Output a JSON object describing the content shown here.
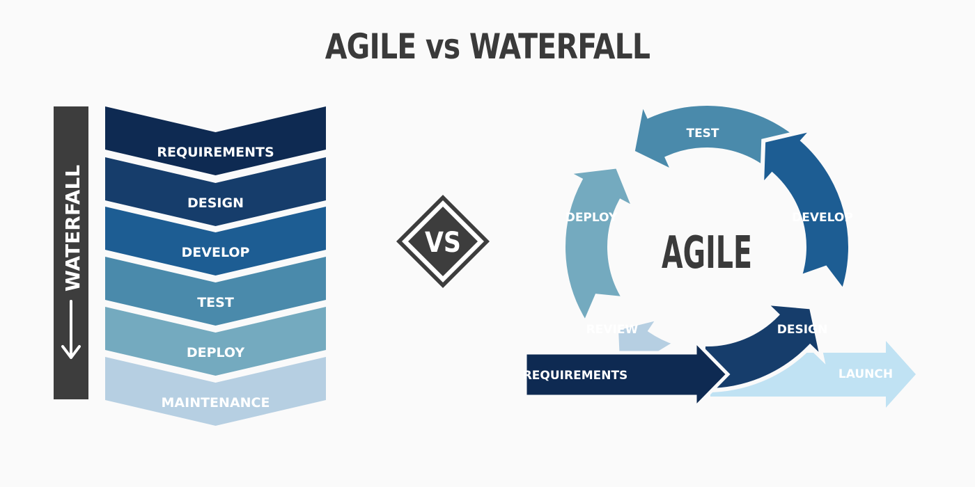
{
  "title": "AGILE vs WATERFALL",
  "waterfall": {
    "bar_label": "WATERFALL",
    "steps": [
      "REQUIREMENTS",
      "DESIGN",
      "DEVELOP",
      "TEST",
      "DEPLOY",
      "MAINTENANCE"
    ]
  },
  "vs_label": "VS",
  "agile": {
    "center_label": "AGILE",
    "cycle": [
      "TEST",
      "DEVELOP",
      "DESIGN",
      "REVIEW",
      "DEPLOY"
    ],
    "entry_label": "REQUIREMENTS",
    "exit_label": "LAUNCH"
  },
  "colors": {
    "title": "#3a3a3a",
    "navy": "#0e2a52",
    "blue_dark": "#163d6b",
    "blue": "#1d5d93",
    "steel": "#4a8aab",
    "teal_light": "#74aabf",
    "pale": "#b6cfe2",
    "sky": "#c0e2f3",
    "grey": "#3d3d3d"
  }
}
